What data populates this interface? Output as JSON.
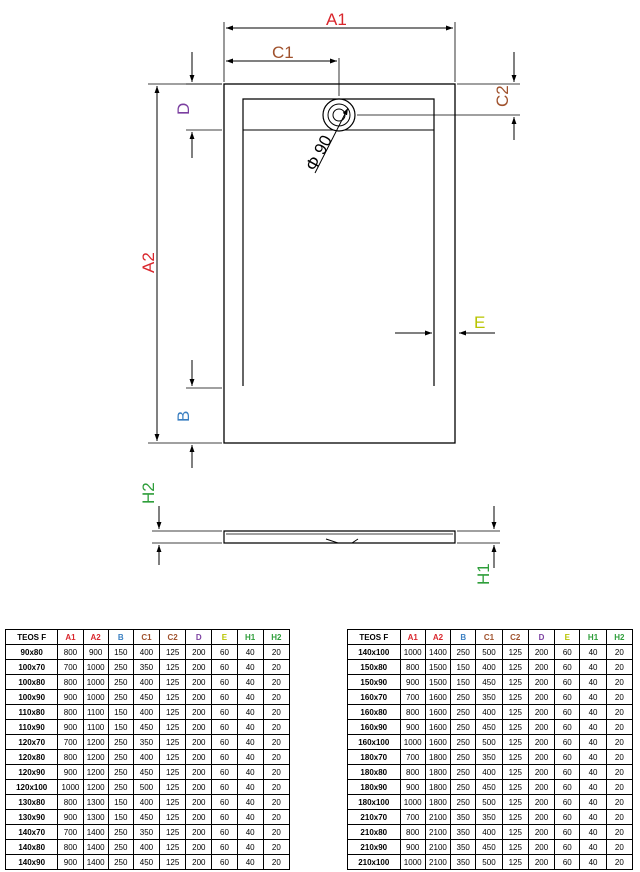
{
  "labels": {
    "a1": "A1",
    "a2": "A2",
    "c1": "C1",
    "c2": "C2",
    "d": "D",
    "b": "B",
    "e": "E",
    "h1": "H1",
    "h2": "H2",
    "drain": "Φ 90"
  },
  "colors": {
    "a1": "#d9262c",
    "a2": "#d9262c",
    "b": "#3a7fc1",
    "c1": "#a0522d",
    "c2": "#a0522d",
    "d": "#7b3fa0",
    "e": "#b8c400",
    "h1": "#2e9e3a",
    "h2": "#2e9e3a"
  },
  "table": {
    "headers": [
      "TEOS F",
      "A1",
      "A2",
      "B",
      "C1",
      "C2",
      "D",
      "E",
      "H1",
      "H2"
    ],
    "left_rows": [
      [
        "90x80",
        "800",
        "900",
        "150",
        "400",
        "125",
        "200",
        "60",
        "40",
        "20"
      ],
      [
        "100x70",
        "700",
        "1000",
        "250",
        "350",
        "125",
        "200",
        "60",
        "40",
        "20"
      ],
      [
        "100x80",
        "800",
        "1000",
        "250",
        "400",
        "125",
        "200",
        "60",
        "40",
        "20"
      ],
      [
        "100x90",
        "900",
        "1000",
        "250",
        "450",
        "125",
        "200",
        "60",
        "40",
        "20"
      ],
      [
        "110x80",
        "800",
        "1100",
        "150",
        "400",
        "125",
        "200",
        "60",
        "40",
        "20"
      ],
      [
        "110x90",
        "900",
        "1100",
        "150",
        "450",
        "125",
        "200",
        "60",
        "40",
        "20"
      ],
      [
        "120x70",
        "700",
        "1200",
        "250",
        "350",
        "125",
        "200",
        "60",
        "40",
        "20"
      ],
      [
        "120x80",
        "800",
        "1200",
        "250",
        "400",
        "125",
        "200",
        "60",
        "40",
        "20"
      ],
      [
        "120x90",
        "900",
        "1200",
        "250",
        "450",
        "125",
        "200",
        "60",
        "40",
        "20"
      ],
      [
        "120x100",
        "1000",
        "1200",
        "250",
        "500",
        "125",
        "200",
        "60",
        "40",
        "20"
      ],
      [
        "130x80",
        "800",
        "1300",
        "150",
        "400",
        "125",
        "200",
        "60",
        "40",
        "20"
      ],
      [
        "130x90",
        "900",
        "1300",
        "150",
        "450",
        "125",
        "200",
        "60",
        "40",
        "20"
      ],
      [
        "140x70",
        "700",
        "1400",
        "250",
        "350",
        "125",
        "200",
        "60",
        "40",
        "20"
      ],
      [
        "140x80",
        "800",
        "1400",
        "250",
        "400",
        "125",
        "200",
        "60",
        "40",
        "20"
      ],
      [
        "140x90",
        "900",
        "1400",
        "250",
        "450",
        "125",
        "200",
        "60",
        "40",
        "20"
      ]
    ],
    "right_rows": [
      [
        "140x100",
        "1000",
        "1400",
        "250",
        "500",
        "125",
        "200",
        "60",
        "40",
        "20"
      ],
      [
        "150x80",
        "800",
        "1500",
        "150",
        "400",
        "125",
        "200",
        "60",
        "40",
        "20"
      ],
      [
        "150x90",
        "900",
        "1500",
        "150",
        "450",
        "125",
        "200",
        "60",
        "40",
        "20"
      ],
      [
        "160x70",
        "700",
        "1600",
        "250",
        "350",
        "125",
        "200",
        "60",
        "40",
        "20"
      ],
      [
        "160x80",
        "800",
        "1600",
        "250",
        "400",
        "125",
        "200",
        "60",
        "40",
        "20"
      ],
      [
        "160x90",
        "900",
        "1600",
        "250",
        "450",
        "125",
        "200",
        "60",
        "40",
        "20"
      ],
      [
        "160x100",
        "1000",
        "1600",
        "250",
        "500",
        "125",
        "200",
        "60",
        "40",
        "20"
      ],
      [
        "180x70",
        "700",
        "1800",
        "250",
        "350",
        "125",
        "200",
        "60",
        "40",
        "20"
      ],
      [
        "180x80",
        "800",
        "1800",
        "250",
        "400",
        "125",
        "200",
        "60",
        "40",
        "20"
      ],
      [
        "180x90",
        "900",
        "1800",
        "250",
        "450",
        "125",
        "200",
        "60",
        "40",
        "20"
      ],
      [
        "180x100",
        "1000",
        "1800",
        "250",
        "500",
        "125",
        "200",
        "60",
        "40",
        "20"
      ],
      [
        "210x70",
        "700",
        "2100",
        "350",
        "350",
        "125",
        "200",
        "60",
        "40",
        "20"
      ],
      [
        "210x80",
        "800",
        "2100",
        "350",
        "400",
        "125",
        "200",
        "60",
        "40",
        "20"
      ],
      [
        "210x90",
        "900",
        "2100",
        "350",
        "450",
        "125",
        "200",
        "60",
        "40",
        "20"
      ],
      [
        "210x100",
        "1000",
        "2100",
        "350",
        "500",
        "125",
        "200",
        "60",
        "40",
        "20"
      ]
    ]
  }
}
